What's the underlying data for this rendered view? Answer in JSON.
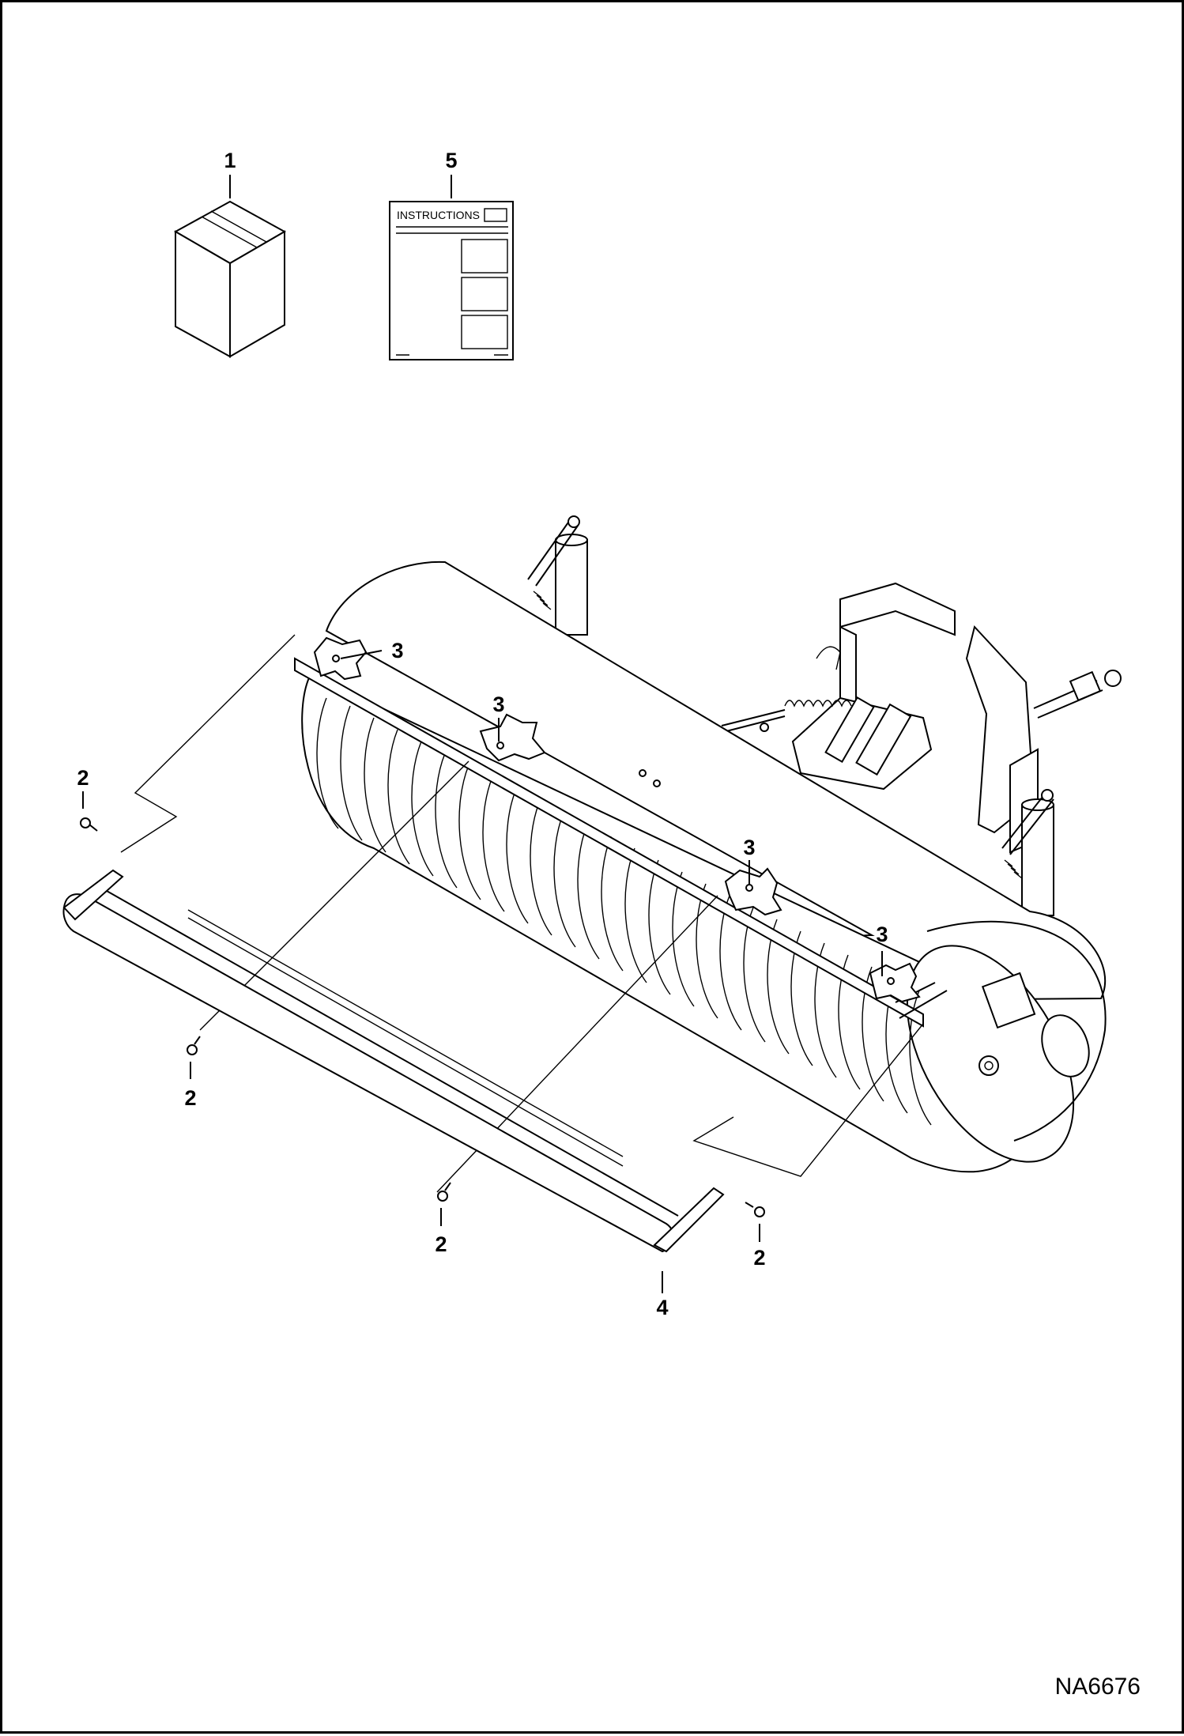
{
  "diagram": {
    "callouts": {
      "kit_box": "1",
      "bolt_left": "2",
      "bolt_center_left": "2",
      "bolt_center_right": "2",
      "bolt_right": "2",
      "decal_left": "3",
      "decal_center_left": "3",
      "decal_center_right": "3",
      "decal_right": "3",
      "deflector": "4",
      "manual": "5"
    },
    "manual_heading": "INSTRUCTIONS",
    "reference_code": "NA6676"
  }
}
